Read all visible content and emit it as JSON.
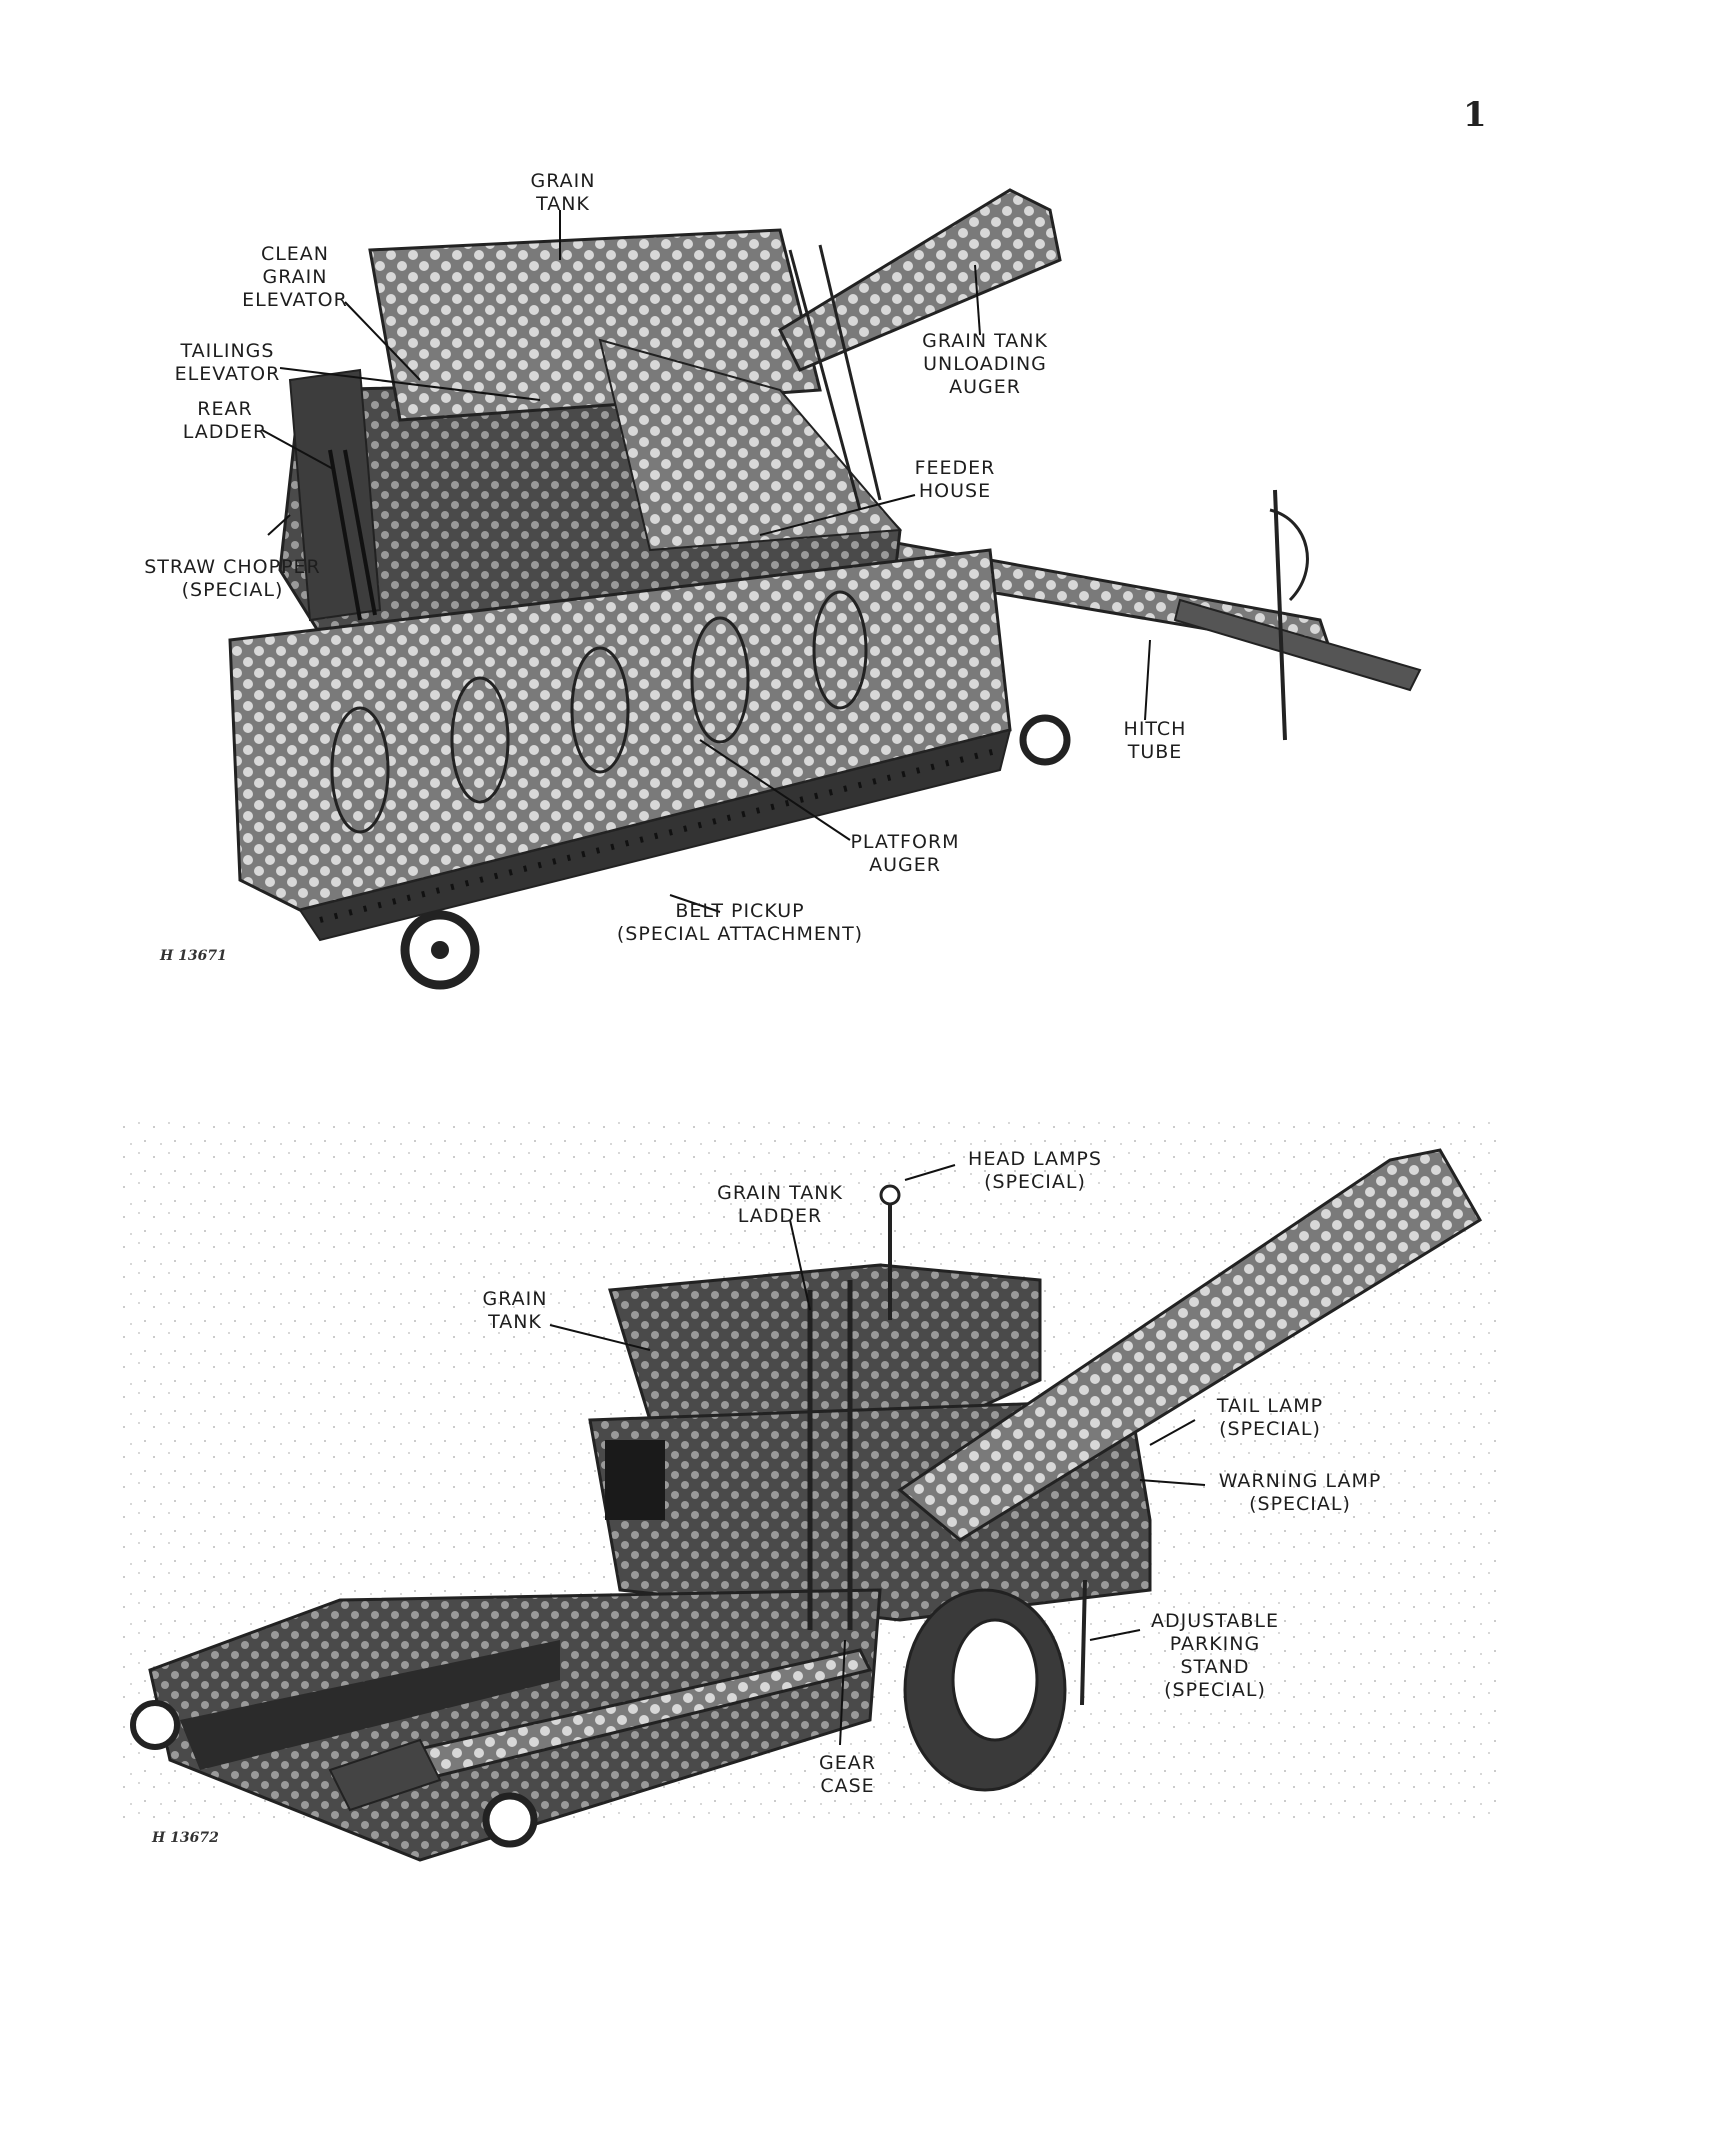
{
  "page": {
    "number": "1"
  },
  "figure1": {
    "code": "H 13671",
    "labels": {
      "grain_tank": "GRAIN\nTANK",
      "clean_grain_elevator": "CLEAN\nGRAIN\nELEVATOR",
      "tailings_elevator": "TAILINGS\nELEVATOR",
      "rear_ladder": "REAR\nLADDER",
      "straw_chopper": "STRAW CHOPPER\n(SPECIAL)",
      "grain_tank_unloading_auger": "GRAIN TANK\nUNLOADING\nAUGER",
      "feeder_house": "FEEDER\nHOUSE",
      "hitch_tube": "HITCH\nTUBE",
      "platform_auger": "PLATFORM\nAUGER",
      "belt_pickup": "BELT PICKUP\n(SPECIAL ATTACHMENT)"
    }
  },
  "figure2": {
    "code": "H 13672",
    "labels": {
      "head_lamps": "HEAD LAMPS\n(SPECIAL)",
      "grain_tank_ladder": "GRAIN TANK\nLADDER",
      "grain_tank": "GRAIN\nTANK",
      "tail_lamp": "TAIL LAMP\n(SPECIAL)",
      "warning_lamp": "WARNING LAMP\n(SPECIAL)",
      "adjustable_parking_stand": "ADJUSTABLE\nPARKING\nSTAND\n(SPECIAL)",
      "gear_case": "GEAR\nCASE"
    }
  }
}
